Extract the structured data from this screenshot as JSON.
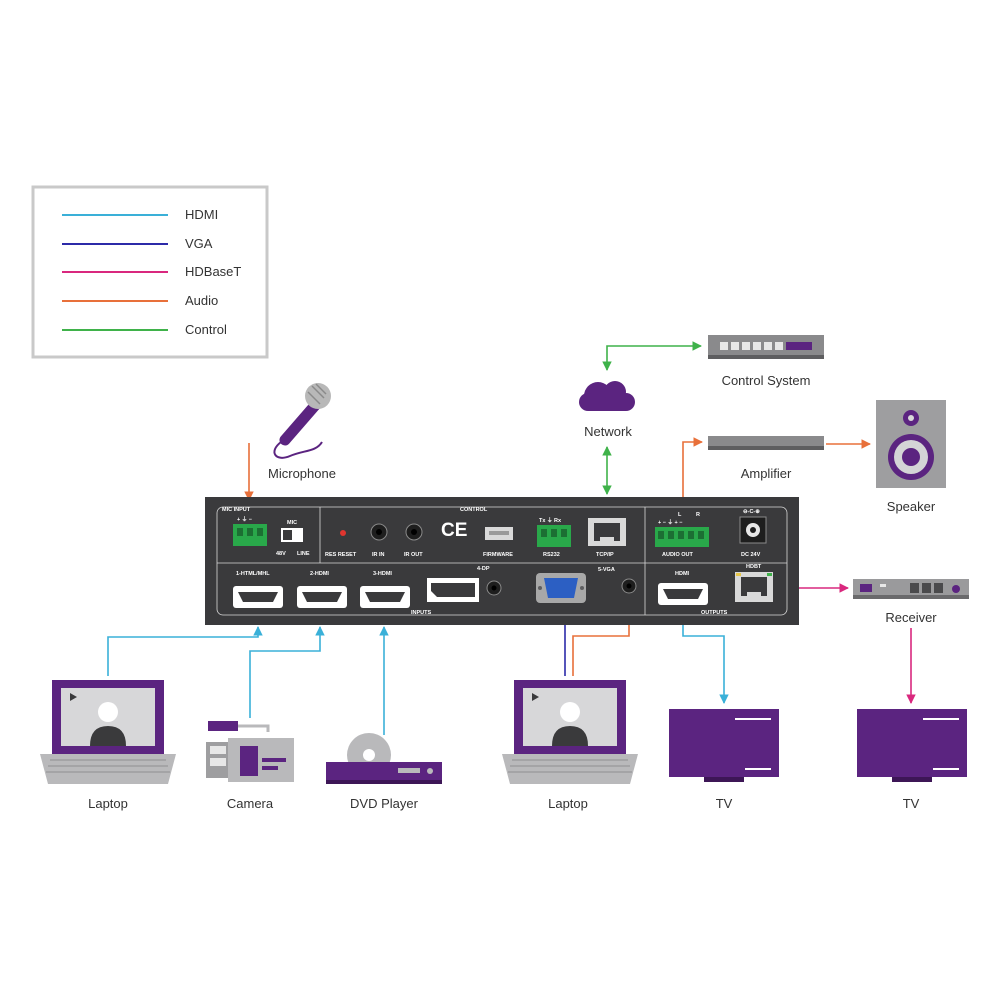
{
  "legend": {
    "items": [
      {
        "label": "HDMI",
        "color": "#3ab0d8"
      },
      {
        "label": "VGA",
        "color": "#2c2aa8"
      },
      {
        "label": "HDBaseT",
        "color": "#d9287e"
      },
      {
        "label": "Audio",
        "color": "#e8703a"
      },
      {
        "label": "Control",
        "color": "#3fb24a"
      }
    ]
  },
  "devices": {
    "microphone": "Microphone",
    "network": "Network",
    "control_system": "Control System",
    "amplifier": "Amplifier",
    "speaker": "Speaker",
    "receiver": "Receiver",
    "laptop_left": "Laptop",
    "camera": "Camera",
    "dvd_player": "DVD Player",
    "laptop_right": "Laptop",
    "tv_center": "TV",
    "tv_right": "TV"
  },
  "panel": {
    "mic_input": "MIC INPUT",
    "mic_pins": "+ ⏚ −",
    "mic_switch": "MIC",
    "mic_48v": "48V",
    "mic_line": "LINE",
    "control": "CONTROL",
    "res_reset": "RES RESET",
    "ir_in": "IR IN",
    "ir_out": "IR OUT",
    "ce_mark": "CE",
    "firmware": "FIRMWARE",
    "rs232_pins": "Tx ⏚ Rx",
    "rs232": "RS232",
    "tcpip": "TCP/IP",
    "audio_l": "L",
    "audio_r": "R",
    "audio_pins": "+ − ⏚ + −",
    "audio_out": "AUDIO OUT",
    "dc_polarity": "⊖-C-⊕",
    "dc": "DC 24V",
    "in1": "1-HTML/MHL",
    "in2": "2-HDMI",
    "in3": "3-HDMI",
    "in4": "4-DP",
    "in5": "5-VGA",
    "inputs": "INPUTS",
    "out_hdmi": "HDMI",
    "hdbt": "HDBT",
    "outputs": "OUTPUTS"
  },
  "colors": {
    "device_purple": "#5b2480",
    "panel_dark": "#3a3a3c",
    "connector_green": "#29a84a"
  }
}
